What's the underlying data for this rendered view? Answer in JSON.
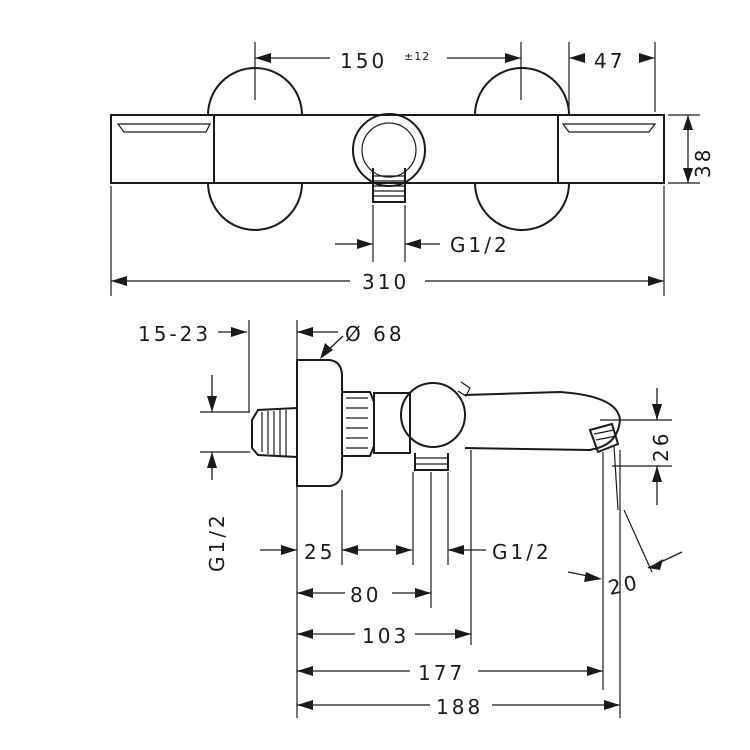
{
  "top_view": {
    "dim_centers": "150",
    "dim_centers_tolerance": "±12",
    "dim_end_cap": "47",
    "dim_depth": "38",
    "dim_outlet": "G1/2",
    "dim_total_width": "310"
  },
  "side_view": {
    "dim_offset": "15-23",
    "dim_diameter": "Ø 68",
    "dim_inlet": "G1/2",
    "dim_25": "25",
    "dim_outlet": "G1/2",
    "dim_spout_height": "26",
    "dim_spout_angle": "20",
    "dim_80": "80",
    "dim_103": "103",
    "dim_177": "177",
    "dim_188": "188"
  }
}
